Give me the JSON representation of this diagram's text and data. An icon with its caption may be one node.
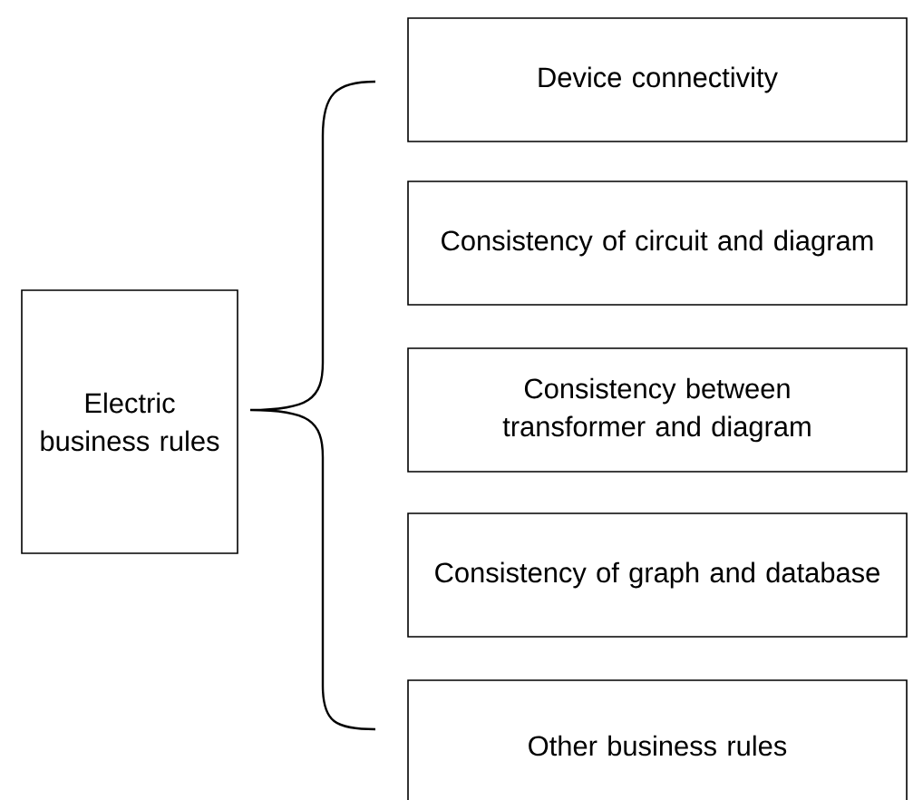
{
  "diagram": {
    "nodes": [
      {
        "text": [
          "Electric business rules"
        ]
      },
      {
        "text": [
          "Device connectivity"
        ]
      },
      {
        "text": [
          "Consistency of circuit and diagram"
        ]
      },
      {
        "text": [
          "Consistency between transformer and diagram"
        ]
      },
      {
        "text": [
          "Consistency of graph and database"
        ]
      },
      {
        "text": [
          "Other business rules"
        ]
      }
    ]
  }
}
